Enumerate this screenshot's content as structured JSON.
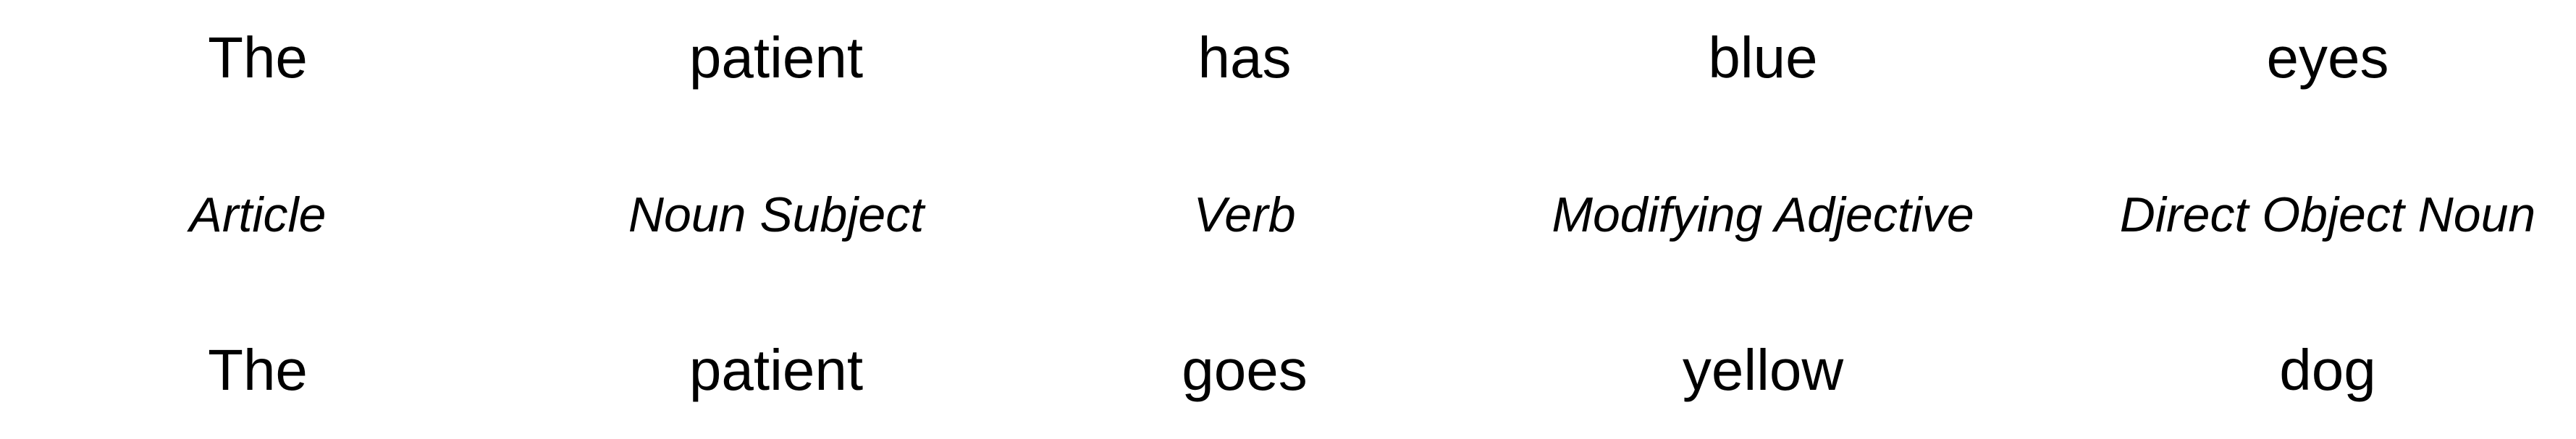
{
  "sentence_1": {
    "words": [
      "The",
      "patient",
      "has",
      "blue",
      "eyes"
    ]
  },
  "grammatical_roles": {
    "labels": [
      "Article",
      "Noun Subject",
      "Verb",
      "Modifying Adjective",
      "Direct Object Noun"
    ]
  },
  "sentence_2": {
    "words": [
      "The",
      "patient",
      "goes",
      "yellow",
      "dog"
    ]
  },
  "colors": {
    "text": "#000000",
    "background": "#ffffff"
  }
}
